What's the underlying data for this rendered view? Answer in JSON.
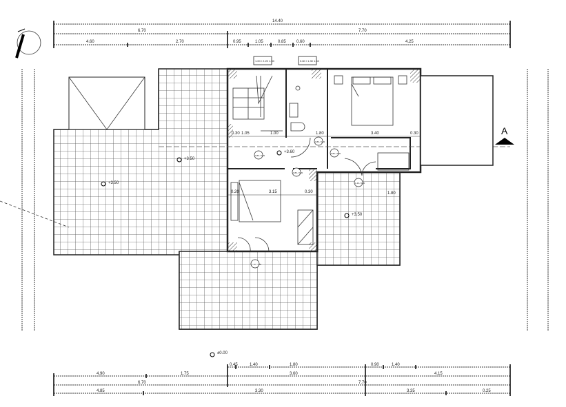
{
  "drawing": {
    "top_dimensions": {
      "overall": "14.40",
      "row2": [
        "6.70",
        "7.70"
      ],
      "row3": [
        "4.60",
        "2.70",
        "0.95",
        "1.05",
        "0.85",
        "0.60",
        "4.25"
      ]
    },
    "bottom_dimensions": {
      "row1": [
        "0.45",
        "1.40",
        "1.80",
        "0.90",
        "1.40"
      ],
      "row2": [
        "4.90",
        "1.75",
        "3.60",
        "4.15"
      ],
      "row3": [
        "6.70",
        "7.70"
      ],
      "row4": [
        "4.85",
        "3.30",
        "3.35",
        "0.25"
      ]
    },
    "levels": {
      "left_terrace": "+3.50",
      "stair_terrace": "+3.50",
      "hall": "+3.60",
      "right_terrace": "+3.50",
      "ground": "±0.00"
    },
    "room_dimensions": [
      "0.30",
      "1.05",
      "1.00",
      "1.80",
      "3.40",
      "0.30",
      "0.20",
      "3.15",
      "0.30",
      "1.80"
    ],
    "window_tags": [
      "1.00 / 2.20  1.30",
      "0.60 / 1.30  1.60"
    ],
    "door_tags": [
      "0.80 / 2.20",
      "0.80 / 2.20",
      "0.80 / 2.20",
      "0.80 / 2.20",
      "1.40 / 2.20",
      "1.40 / 2.20"
    ],
    "section_mark": "A"
  }
}
